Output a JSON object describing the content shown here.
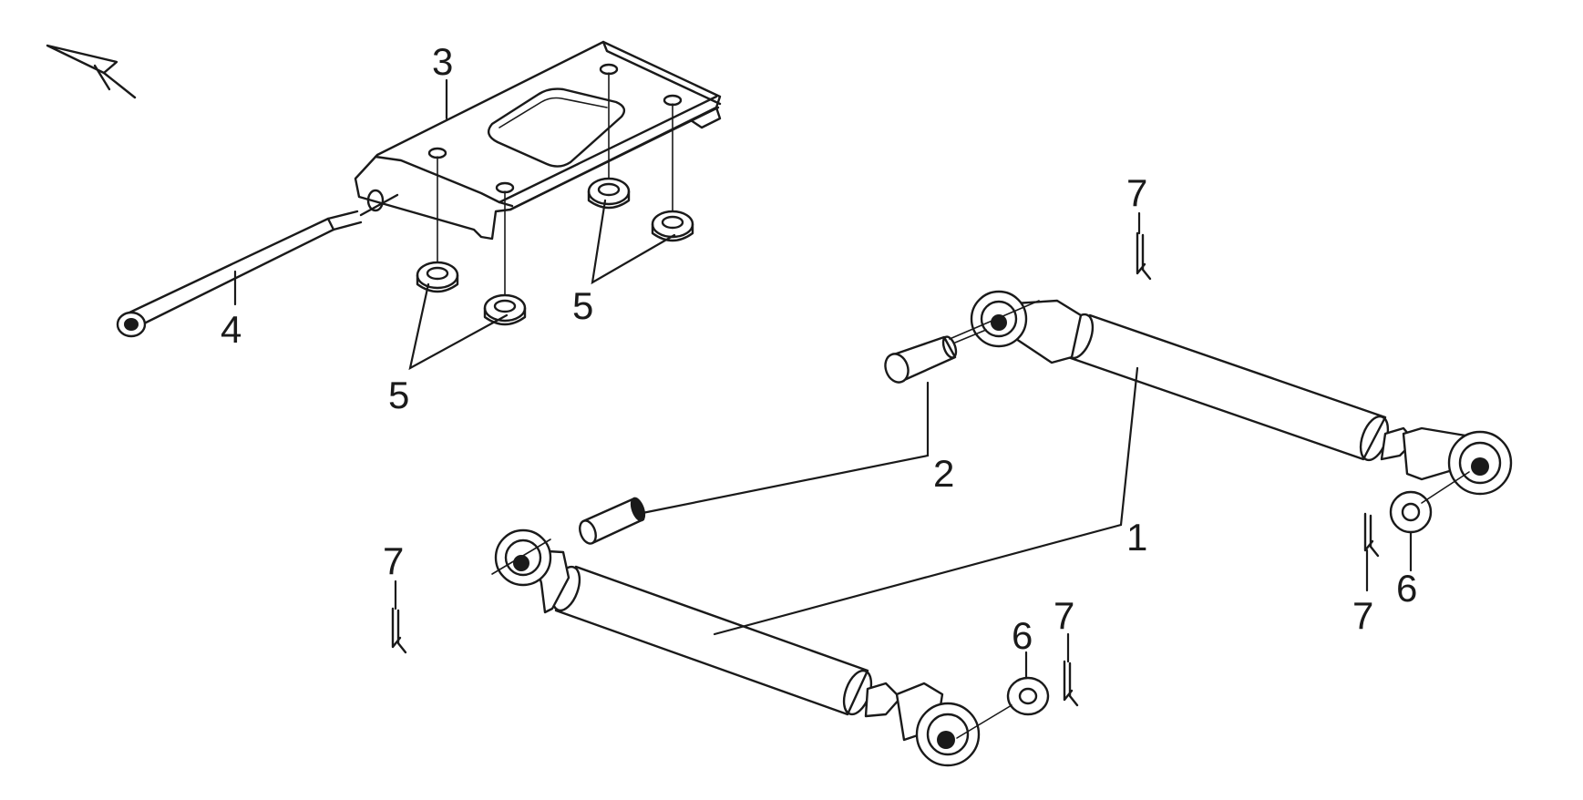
{
  "callouts": {
    "c1": "1",
    "c2": "2",
    "c3": "3",
    "c4": "4",
    "c5a": "5",
    "c5b": "5",
    "c6a": "6",
    "c6b": "6",
    "c7a": "7",
    "c7b": "7",
    "c7c": "7",
    "c7d": "7"
  },
  "icons": {
    "orientation": "direction-arrow-icon"
  }
}
